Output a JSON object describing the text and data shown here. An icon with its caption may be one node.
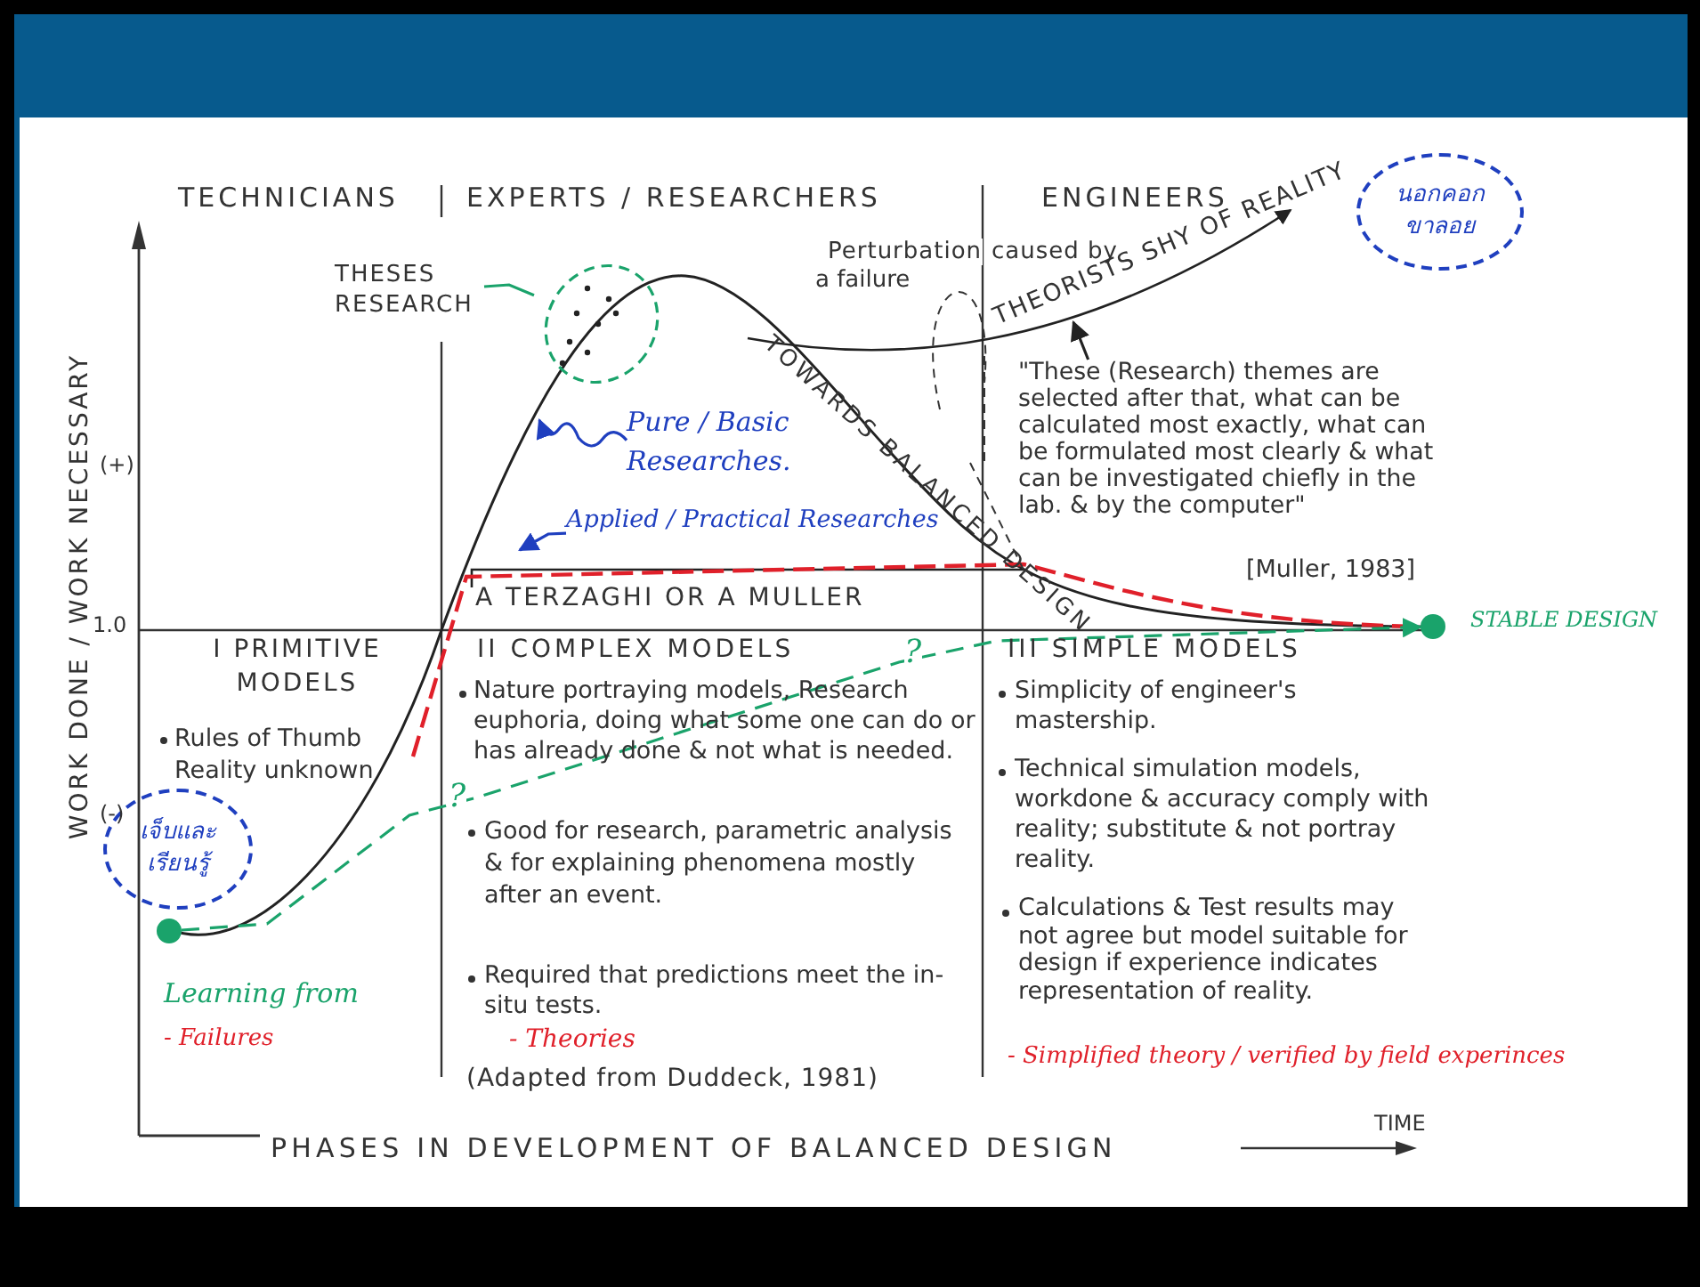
{
  "diagram": {
    "nodes": [
      {
        "text": [
          "THESES RESEARCH"
        ]
      },
      {
        "text": [],
        "shape": "ellipse"
      },
      {
        "text": [
          "นอกคอก ขาลอย"
        ]
      },
      {
        "text": [
          "\"These (Research) themes are selected after that, what can be calculated most exactly, what can be formulated most clearly & what can be investigated chiefly in the lab. & by the computer\""
        ]
      },
      {
        "text": [
          "Pure / Basic Researches."
        ]
      },
      {
        "text": [
          "Applied / Practical Researches"
        ]
      },
      {
        "text": [],
        "shape": "circle",
        "beside": [
          "STABLE DESIGN"
        ]
      },
      {
        "text": [
          "เจ็บและ เรียนรู้"
        ]
      },
      {
        "text": [],
        "shape": "circle"
      },
      {
        "text": [
          "THEORISTS SHY OF REALITY"
        ]
      }
    ],
    "edges": [
      {
        "from": 0,
        "to": 1,
        "arrow": "none",
        "color": "#1aa36b"
      },
      {
        "from": 4,
        "to": null,
        "arrow": "to",
        "color": "#1f3fbf"
      },
      {
        "from": 5,
        "to": null,
        "arrow": "to",
        "color": "#1f3fbf"
      },
      {
        "from": 3,
        "to": 9,
        "arrow": "to",
        "color": "#222222"
      },
      {
        "from": 8,
        "to": 6,
        "arrow": "to",
        "style": "dashed",
        "color": "#1aa36b"
      }
    ],
    "labels": [
      "TECHNICIANS",
      "EXPERTS / RESEARCHERS",
      "ENGINEERS",
      "WORK DONE / WORK NECESSARY",
      "(+)",
      "1.0",
      "(-)",
      "Perturbation",
      "a failure",
      "caused by",
      "TOWARDS BALANCED DESIGN",
      "A TERZAGHI OR A MULLER",
      "[Muller, 1983]",
      "I PRIMITIVE MODELS",
      "II COMPLEX MODELS",
      "?",
      "III SIMPLE MODELS",
      "Nature portraying models, Research euphoria, doing what some one can do or has already done & not what is needed.",
      "Simplicity of engineer's mastership.",
      "Rules of Thumb Reality unknown",
      "?",
      "Good for research, parametric analysis & for explaining phenomena mostly after an event.",
      "Technical simulation models, workdone & accuracy comply with reality; substitute & not portray reality.",
      "Required that predictions meet the in-situ tests.",
      "Calculations & Test results may not agree but model suitable for design if experience indicates representation of reality.",
      "Learning from",
      "- Failures",
      "- Theories",
      "- Simplified theory / verified by field experinces",
      "(Adapted from Duddeck, 1981)",
      "PHASES IN DEVELOPMENT OF BALANCED DESIGN",
      "TIME"
    ]
  }
}
